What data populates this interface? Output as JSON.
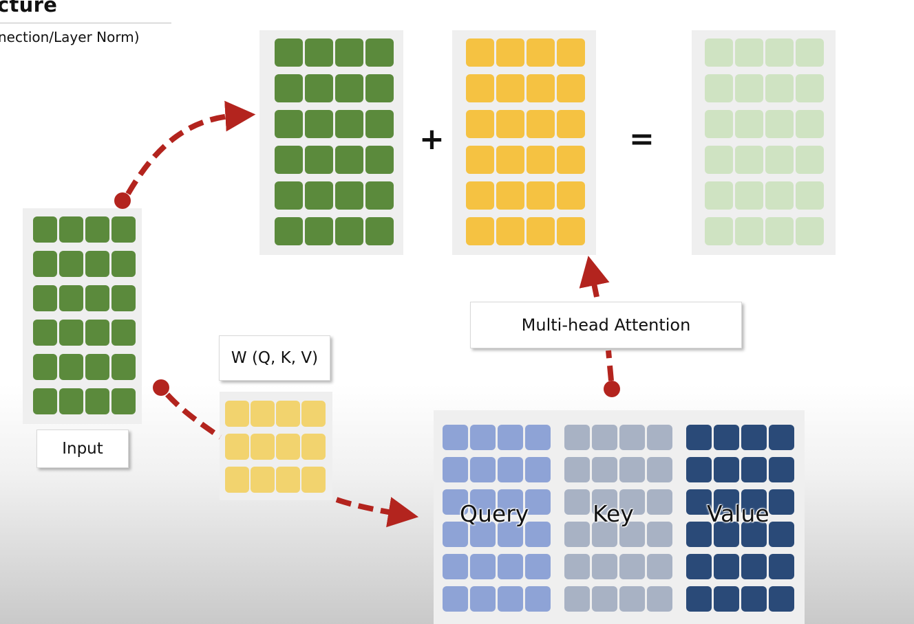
{
  "header": {
    "title": "cture",
    "subtitle": "nection/Layer Norm)"
  },
  "operators": {
    "plus": "+",
    "equals": "="
  },
  "labels": {
    "input": "Input",
    "weights": "W (Q, K, V)",
    "attention": "Multi-head Attention",
    "query": "Query",
    "key": "Key",
    "value": "Value"
  },
  "matrices": {
    "input": {
      "rows": 6,
      "cols": 4,
      "color": "#5b8a3c"
    },
    "residual": {
      "rows": 6,
      "cols": 4,
      "color": "#5b8a3c"
    },
    "attention_output": {
      "rows": 6,
      "cols": 4,
      "color": "#f5c242"
    },
    "sum": {
      "rows": 6,
      "cols": 4,
      "color": "#cfe3c2"
    },
    "weights": {
      "rows": 3,
      "cols": 4,
      "color": "#f2d36e"
    },
    "query": {
      "rows": 6,
      "cols": 4,
      "color": "#8ea3d6"
    },
    "key": {
      "rows": 6,
      "cols": 4,
      "color": "#a8b2c4"
    },
    "value": {
      "rows": 6,
      "cols": 4,
      "color": "#2a4a78"
    }
  },
  "colors": {
    "arrow": "#b3241e"
  }
}
